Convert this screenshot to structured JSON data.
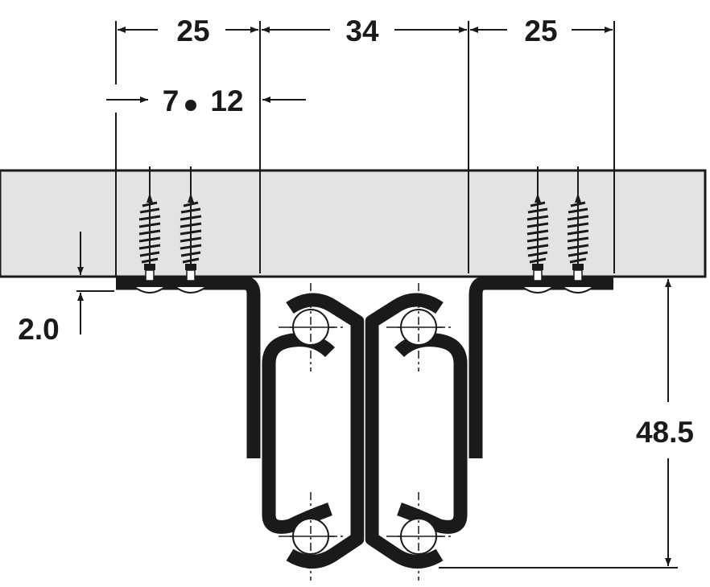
{
  "diagram": {
    "dimensions": {
      "left_spacing": "25",
      "center_spacing": "34",
      "right_spacing": "25",
      "screw_offset_1": "7",
      "screw_offset_2": "12",
      "flange_thickness": "2.0",
      "rail_height": "48.5"
    },
    "colors": {
      "panel": "#e2e3e4",
      "ink": "#1a1a1a"
    }
  }
}
